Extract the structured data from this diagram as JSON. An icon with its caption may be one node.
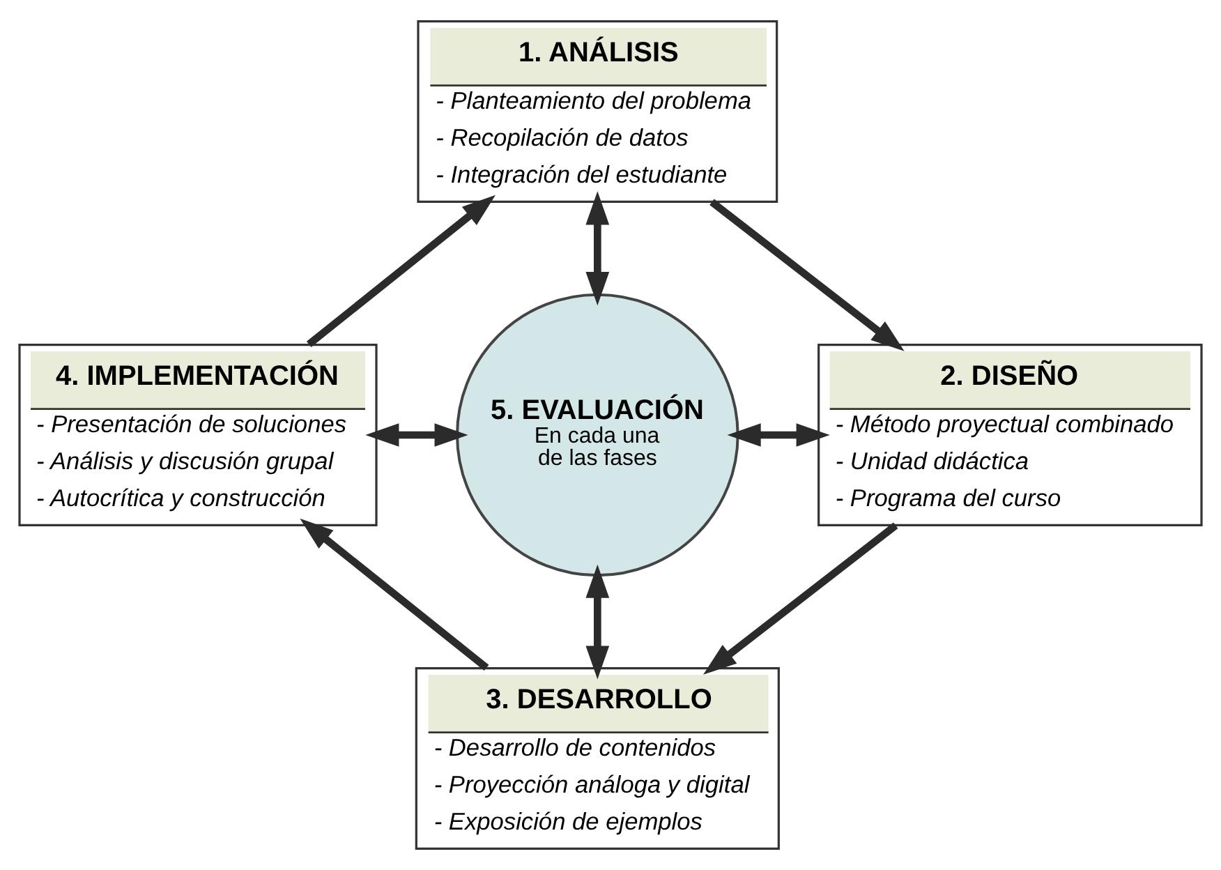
{
  "diagram": {
    "nodes": [
      {
        "text": [
          "1. ANÁLISIS",
          "- Planteamiento del problema",
          "- Recopilación de datos",
          "- Integración del estudiante"
        ]
      },
      {
        "text": [
          "4. IMPLEMENTACIÓN",
          "- Presentación de soluciones",
          "- Análisis y discusión grupal",
          "- Autocrítica y construcción"
        ]
      },
      {
        "text": [
          "5. EVALUACIÓN",
          "En cada una de las fases"
        ]
      },
      {
        "text": [
          "2. DISEÑO",
          "- Método proyectual combinado",
          "- Unidad didáctica",
          "- Programa del curso"
        ]
      },
      {
        "text": [
          "3. DESARROLLO",
          "- Desarrollo de contenidos",
          "- Proyección análoga y digital",
          "- Exposición de ejemplos"
        ]
      }
    ],
    "edges": [
      {
        "from": 0,
        "to": 3,
        "arrow": "to"
      },
      {
        "from": 3,
        "to": 4,
        "arrow": "to"
      },
      {
        "from": 4,
        "to": 1,
        "arrow": "to"
      },
      {
        "from": 1,
        "to": 0,
        "arrow": "to"
      },
      {
        "from": 2,
        "to": 0,
        "arrow": "both"
      },
      {
        "from": 1,
        "to": 2,
        "arrow": "both"
      },
      {
        "from": 2,
        "to": 3,
        "arrow": "both"
      },
      {
        "from": 2,
        "to": 4,
        "arrow": "both"
      }
    ]
  }
}
